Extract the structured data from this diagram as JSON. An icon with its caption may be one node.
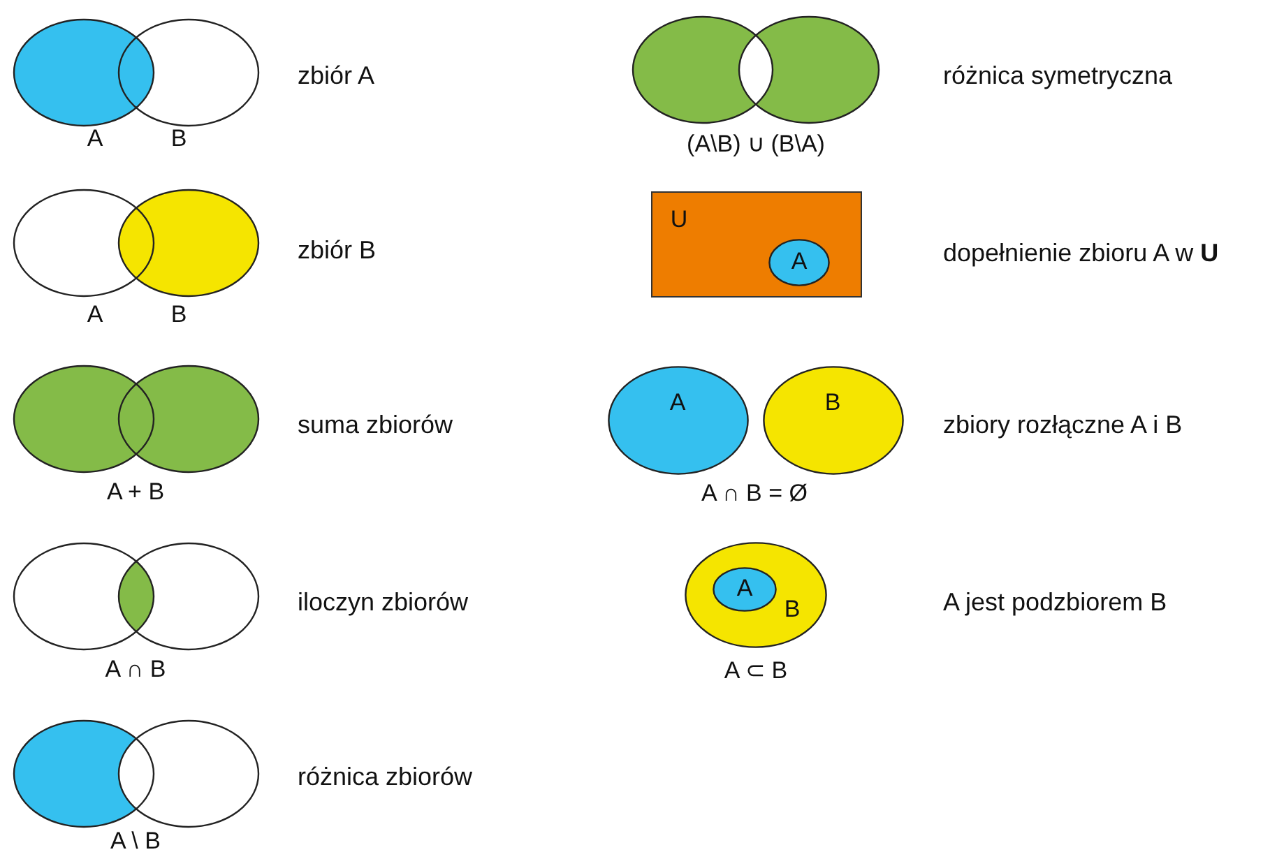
{
  "diagram": {
    "nodes": [
      {
        "text": [
          "U"
        ]
      },
      {
        "text": [
          "A"
        ],
        "in": 0
      },
      {
        "text": [
          "A"
        ]
      },
      {
        "text": [
          "B"
        ]
      },
      {
        "text": [
          "B"
        ]
      },
      {
        "text": [
          "A"
        ],
        "in": 4
      }
    ],
    "labels": [
      "A",
      "B",
      "zbiór A",
      "A",
      "B",
      "zbiór B",
      "A + B",
      "suma zbiorów",
      "A ∩ B",
      "iloczyn zbiorów",
      "A \\ B",
      "różnica zbiorów",
      "(A\\B) ∪ (B\\A)",
      "różnica symetryczna",
      "dopełnienie zbioru A w **U**",
      "A ∩ B = Ø",
      "zbiory rozłączne A i B",
      "A ⊂ B",
      "A jest podzbiorem B"
    ]
  }
}
